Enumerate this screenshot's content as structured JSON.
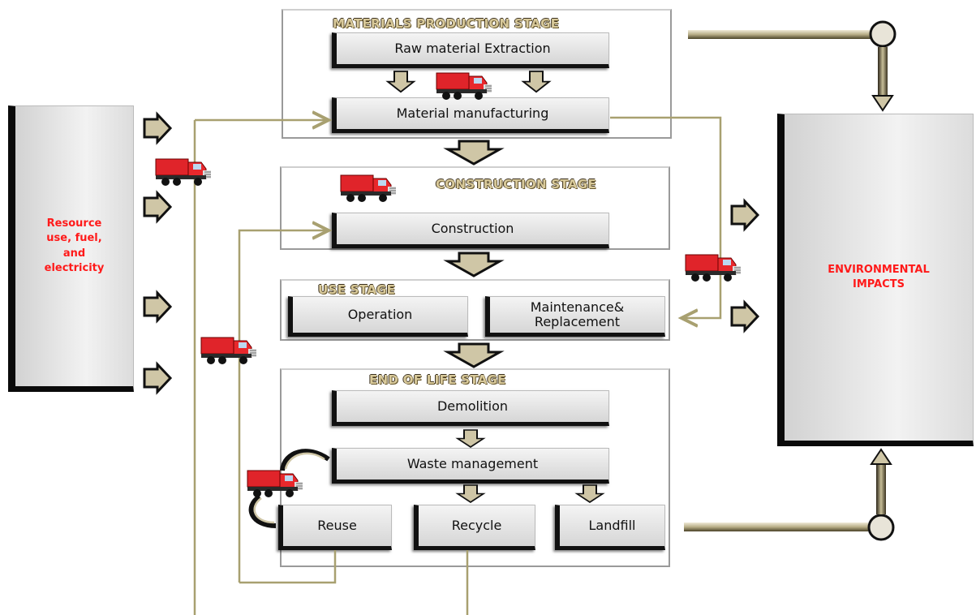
{
  "stages": {
    "materials_production": {
      "title": "MATERIALS PRODUCTION STAGE",
      "raw_material": "Raw material Extraction",
      "manufacturing": "Material manufacturing"
    },
    "construction": {
      "title": "CONSTRUCTION STAGE",
      "construction": "Construction"
    },
    "use": {
      "title": "USE STAGE",
      "operation": "Operation",
      "maintenance_line1": "Maintenance&",
      "maintenance_line2": "Replacement"
    },
    "end_of_life": {
      "title": "END OF LIFE STAGE",
      "demolition": "Demolition",
      "waste": "Waste management",
      "reuse": "Reuse",
      "recycle": "Recycle",
      "landfill": "Landfill"
    }
  },
  "inputs": {
    "line1": "Resource",
    "line2": "use, fuel,",
    "line3": "and",
    "line4": "electricity"
  },
  "outputs": {
    "line1": "ENVIRONMENTAL",
    "line2": "IMPACTS"
  },
  "colors": {
    "accent_text": "#ff1a1a",
    "connector": "#a8a070",
    "arrow_fill": "#cfc6a6",
    "truck_red": "#e0242a"
  },
  "icons": [
    "truck-icon",
    "block-arrow-icon",
    "connector-circle-icon"
  ]
}
